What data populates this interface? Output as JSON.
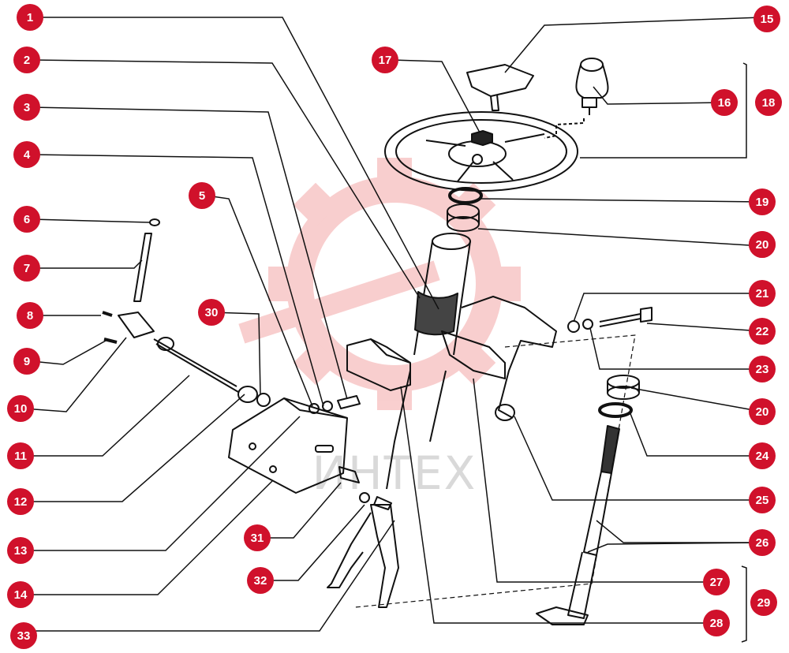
{
  "watermark": {
    "text": "ИНТЕХ",
    "color": "#f4a7a7"
  },
  "callouts": {
    "color": "#d0112b",
    "items": [
      "1",
      "2",
      "3",
      "4",
      "5",
      "6",
      "7",
      "8",
      "9",
      "10",
      "11",
      "12",
      "13",
      "14",
      "15",
      "16",
      "17",
      "18",
      "19",
      "20",
      "20",
      "20",
      "21",
      "22",
      "23",
      "24",
      "25",
      "26",
      "27",
      "28",
      "29",
      "30",
      "31",
      "32",
      "33"
    ]
  }
}
